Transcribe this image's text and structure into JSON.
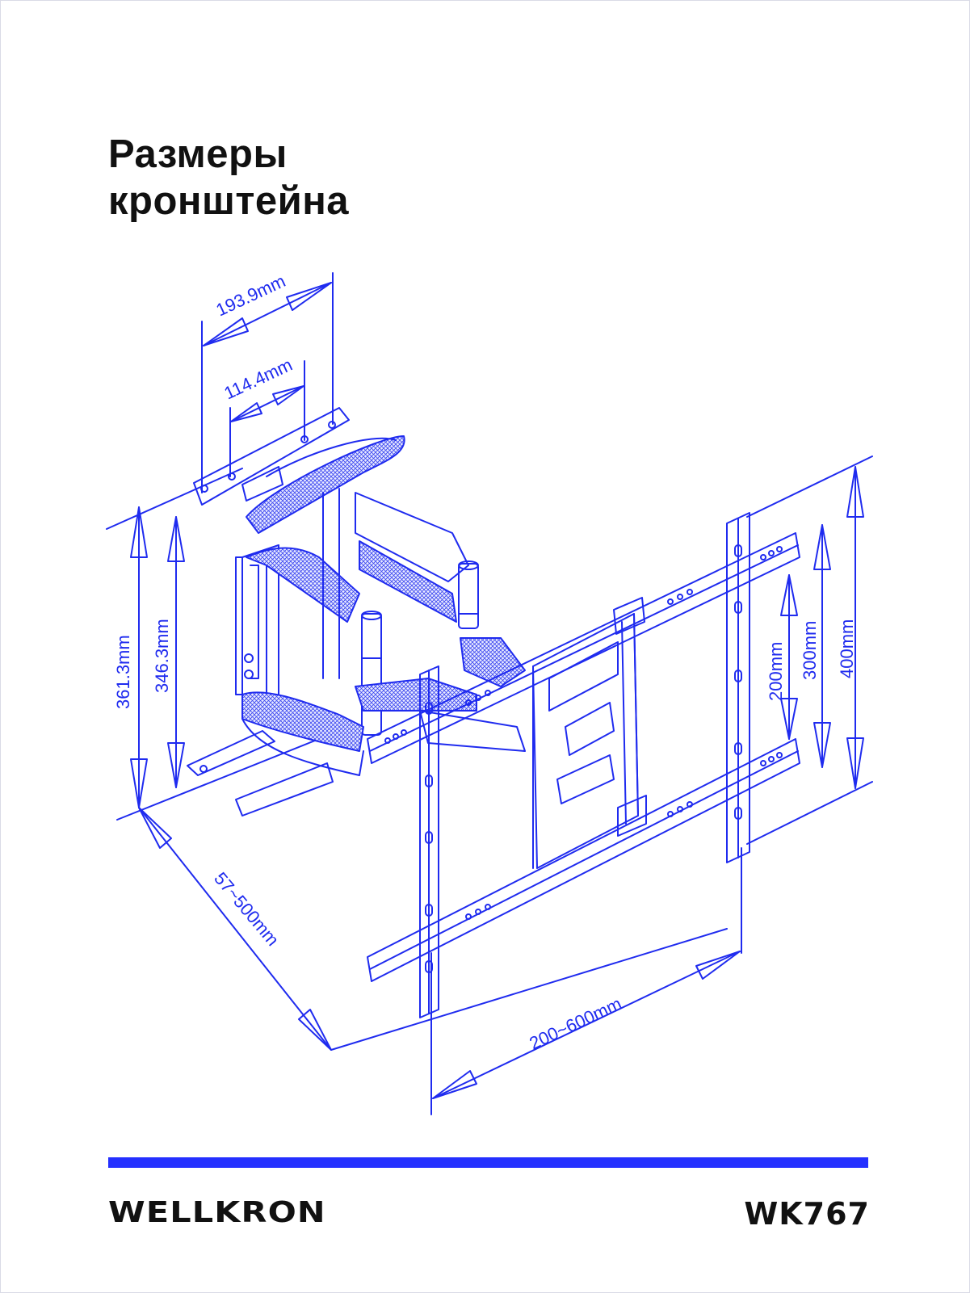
{
  "page": {
    "title_line1": "Размеры",
    "title_line2": "кронштейна",
    "brand": "WELLKRON",
    "model": "WK767"
  },
  "diagram": {
    "ink_color": "#1f2bef",
    "accent_color": "#2430ff",
    "dimensions": {
      "arm_width_outer": "193.9mm",
      "arm_width_inner": "114.4mm",
      "wall_plate_height_outer": "361.3mm",
      "wall_plate_height_inner": "346.3mm",
      "extension": "57~500mm",
      "horizontal_range": "200~600mm",
      "vertical_200": "200mm",
      "vertical_300": "300mm",
      "vertical_400": "400mm"
    }
  }
}
